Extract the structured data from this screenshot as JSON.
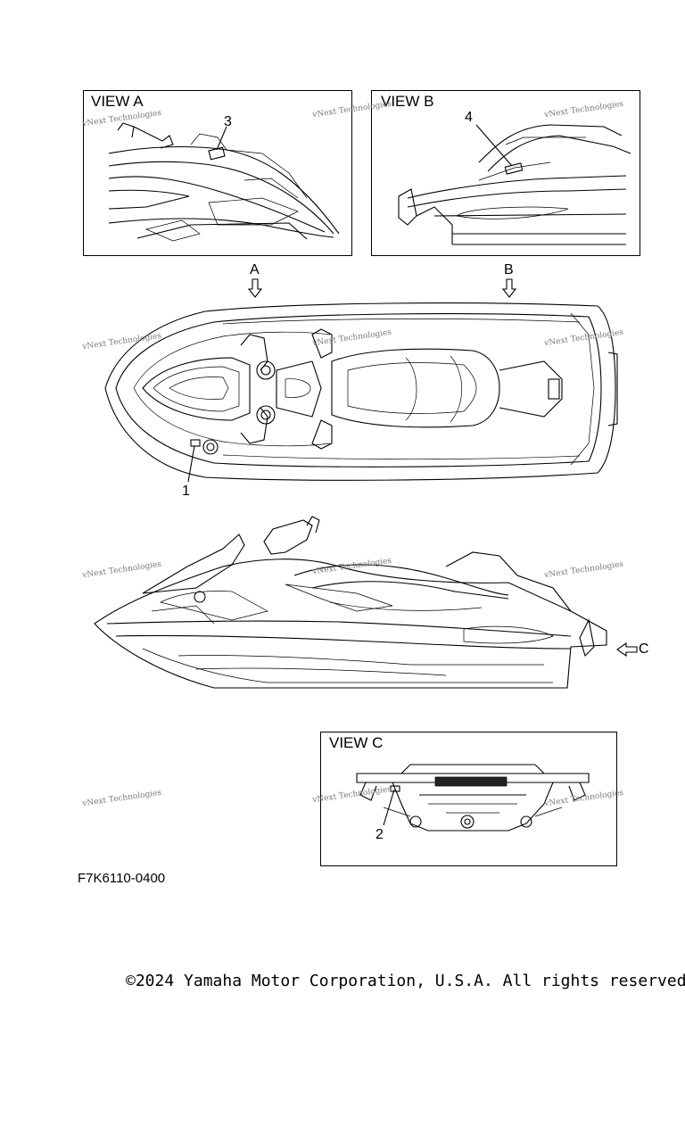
{
  "views": {
    "view_a": {
      "title": "VIEW A",
      "callout": "3"
    },
    "view_b": {
      "title": "VIEW B",
      "callout": "4"
    },
    "view_c": {
      "title": "VIEW C",
      "callout": "2"
    }
  },
  "top_view": {
    "arrow_a_label": "A",
    "arrow_b_label": "B",
    "callout": "1"
  },
  "side_view": {
    "arrow_c_label": "C"
  },
  "watermark": "vNext Technologies",
  "figure_code": "F7K6110-0400",
  "copyright": "©2024 Yamaha Motor Corporation, U.S.A. All rights reserved."
}
